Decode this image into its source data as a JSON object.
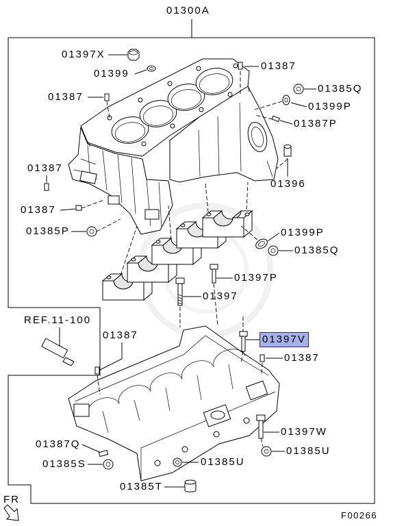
{
  "diagram": {
    "assembly_label": "01300A",
    "reference_label": "REF.11-100",
    "front_label": "FR",
    "figure_code": "F00266",
    "callouts": [
      {
        "text": "01397X"
      },
      {
        "text": "01399"
      },
      {
        "text": "01387"
      },
      {
        "text": "01387"
      },
      {
        "text": "01385Q"
      },
      {
        "text": "01399P"
      },
      {
        "text": "01387P"
      },
      {
        "text": "01387"
      },
      {
        "text": "01396"
      },
      {
        "text": "01387"
      },
      {
        "text": "01385P"
      },
      {
        "text": "01399P"
      },
      {
        "text": "01385Q"
      },
      {
        "text": "01397P"
      },
      {
        "text": "01397"
      },
      {
        "text": "01387"
      },
      {
        "text": "01397V",
        "selected": true
      },
      {
        "text": "01387"
      },
      {
        "text": "01397W"
      },
      {
        "text": "01387Q"
      },
      {
        "text": "01385U"
      },
      {
        "text": "01385S"
      },
      {
        "text": "01385U"
      },
      {
        "text": "01385T"
      }
    ]
  },
  "colors": {
    "line": "#000000",
    "highlight_fill": "#a8b0e8",
    "highlight_border": "#1c2c80",
    "watermark": "#efefef"
  },
  "icons": {
    "front_arrow": "front-direction-arrow-icon",
    "sealant": "sealant-tube-icon"
  }
}
